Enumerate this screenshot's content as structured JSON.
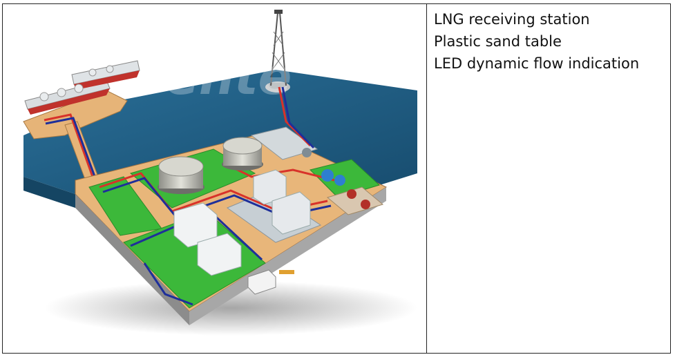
{
  "description_lines": [
    "LNG receiving station",
    "Plastic sand table",
    "LED dynamic flow indication"
  ],
  "watermark": "ente",
  "colors": {
    "water": "#1f5f86",
    "grass": "#3cb83a",
    "deck": "#e8b67a",
    "base": "#9a9a9a",
    "pipe_red": "#d8322a",
    "pipe_blue": "#1e2f9a",
    "tank": "#c9c9c0"
  },
  "icons": [
    "lng-model-illustration",
    "flare-tower-icon",
    "tanker-ship-icon",
    "lng-storage-tank-icon"
  ]
}
